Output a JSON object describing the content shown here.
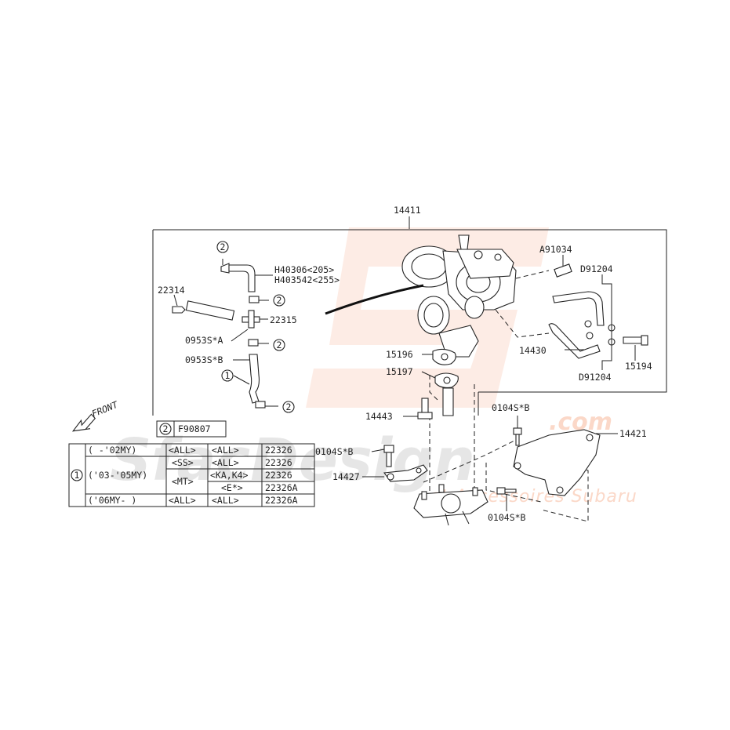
{
  "watermark": {
    "brand_main": "SfacDesign",
    "brand_suffix": ".com",
    "tagline": "et Accessoires Subaru"
  },
  "part_labels": {
    "assembly": "14411",
    "hose_a": "H40306<205>",
    "hose_b": "H403542<255>",
    "pipe_left": "22314",
    "connector_t": "22315",
    "clip_a": "0953S*A",
    "clip_b": "0953S*B",
    "stud": "A91034",
    "gasket_top": "D91204",
    "gasket_bottom": "D91204",
    "oil_pipe": "14430",
    "union_bolt": "15194",
    "gasket_15196": "15196",
    "gasket_15197": "15197",
    "bolt_14443": "14443",
    "bolt_0104_top": "0104S*B",
    "bolt_0104_left": "0104S*B",
    "bolt_0104_right": "0104S*B",
    "bracket_14421": "14421",
    "bracket_14427": "14427",
    "callout_1": "1",
    "callout_2": "2"
  },
  "legend": {
    "callout": "2",
    "code": "F90807"
  },
  "front_marker": "FRONT",
  "variant_table": {
    "callout": "1",
    "rows": [
      [
        "(   -'02MY)",
        "<ALL>",
        "<ALL>",
        "22326"
      ],
      [
        "('03-'05MY)",
        "<SS>",
        "<ALL>",
        "22326"
      ],
      [
        "",
        "<MT>",
        "<KA,K4>",
        "22326"
      ],
      [
        "",
        "",
        "<E*>",
        "22326A"
      ],
      [
        "('06MY-  )",
        "<ALL>",
        "<ALL>",
        "22326A"
      ]
    ]
  },
  "colors": {
    "line": "#222222",
    "watermark_gray": "#e6e6e6",
    "watermark_orange": "#f26a36"
  }
}
